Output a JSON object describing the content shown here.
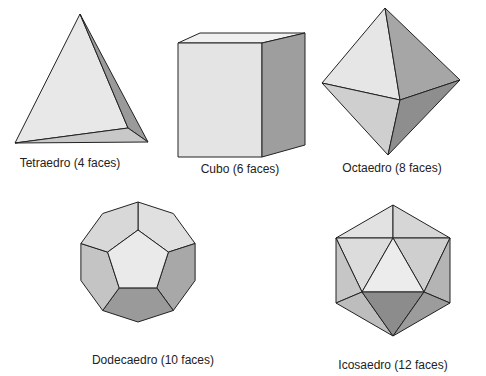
{
  "diagram": {
    "labels": [
      "Tetraedro (4 faces)",
      "Cubo (6 faces)",
      "Octaedro (8 faces)",
      "Dodecaedro (10 faces)",
      "Icosaedro (12 faces)"
    ]
  }
}
